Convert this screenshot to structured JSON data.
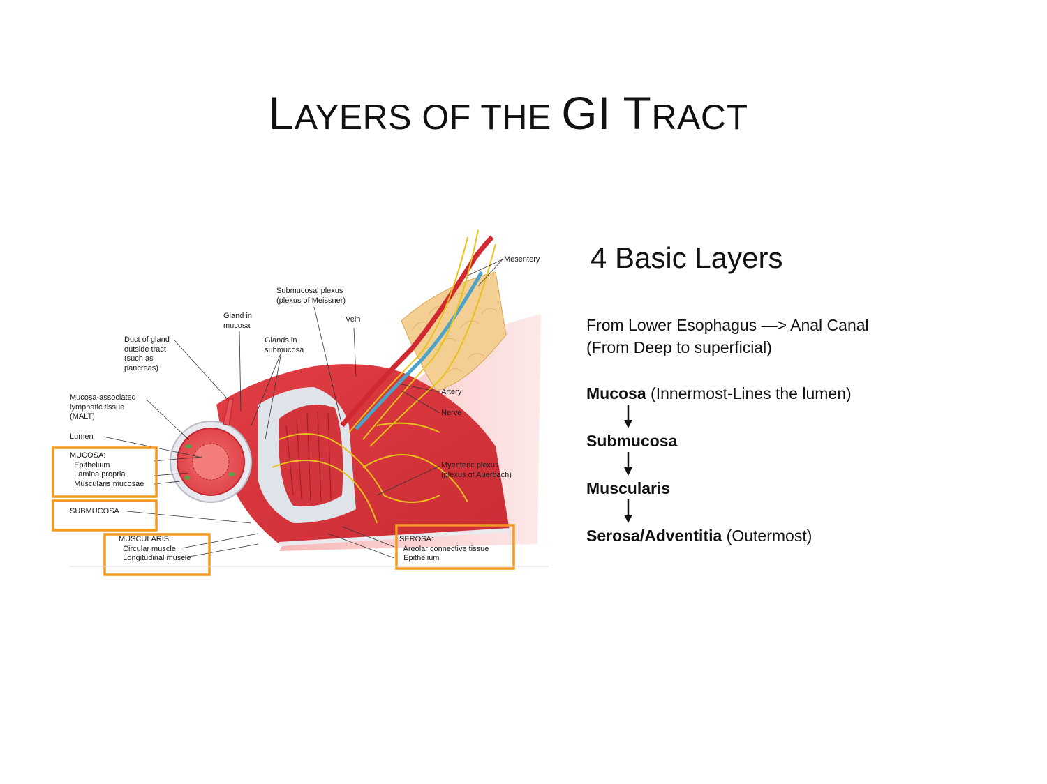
{
  "slide": {
    "title_parts": [
      {
        "text": "L",
        "small": false
      },
      {
        "text": "AYERS OF THE ",
        "small": true
      },
      {
        "text": "GI T",
        "small": false
      },
      {
        "text": "RACT",
        "small": true
      }
    ]
  },
  "diagram": {
    "labels": {
      "mesentery": "Mesentery",
      "submucosal_plexus": "Submucosal plexus\n(plexus of Meissner)",
      "vein": "Vein",
      "gland_in_mucosa": "Gland in\nmucosa",
      "glands_in_submucosa": "Glands in\nsubmucosa",
      "duct_of_gland": "Duct of gland\noutside tract\n(such as\npancreas)",
      "malt": "Mucosa-associated\nlymphatic tissue\n(MALT)",
      "lumen": "Lumen",
      "artery": "Artery",
      "nerve": "Nerve",
      "myenteric_plexus": "Myenteric plexus\n(plexus of Auerbach)"
    },
    "boxes": {
      "mucosa": "MUCOSA:\n  Epithelium\n  Lamina propria\n  Muscularis mucosae",
      "submucosa": "SUBMUCOSA",
      "muscularis": "MUSCULARIS:\n  Circular muscle\n  Longitudinal muscle",
      "serosa": "SEROSA:\n  Areolar connective tissue\n  Epithelium"
    },
    "colors": {
      "highlight_box": "#f39a1e",
      "tissue_red": "#d9333a",
      "fat_yellow": "#f2c98a",
      "nerve_yellow": "#e8c21a",
      "vein_blue": "#4aa3c9"
    }
  },
  "right_panel": {
    "heading": "4 Basic Layers",
    "intro_line1": "From Lower Esophagus —> Anal Canal",
    "intro_line2": "(From Deep to superficial)",
    "layers": [
      {
        "name": "Mucosa",
        "note": " (Innermost-Lines the lumen)"
      },
      {
        "name": "Submucosa",
        "note": ""
      },
      {
        "name": "Muscularis",
        "note": ""
      },
      {
        "name": "Serosa/Adventitia",
        "note": " (Outermost)"
      }
    ]
  }
}
